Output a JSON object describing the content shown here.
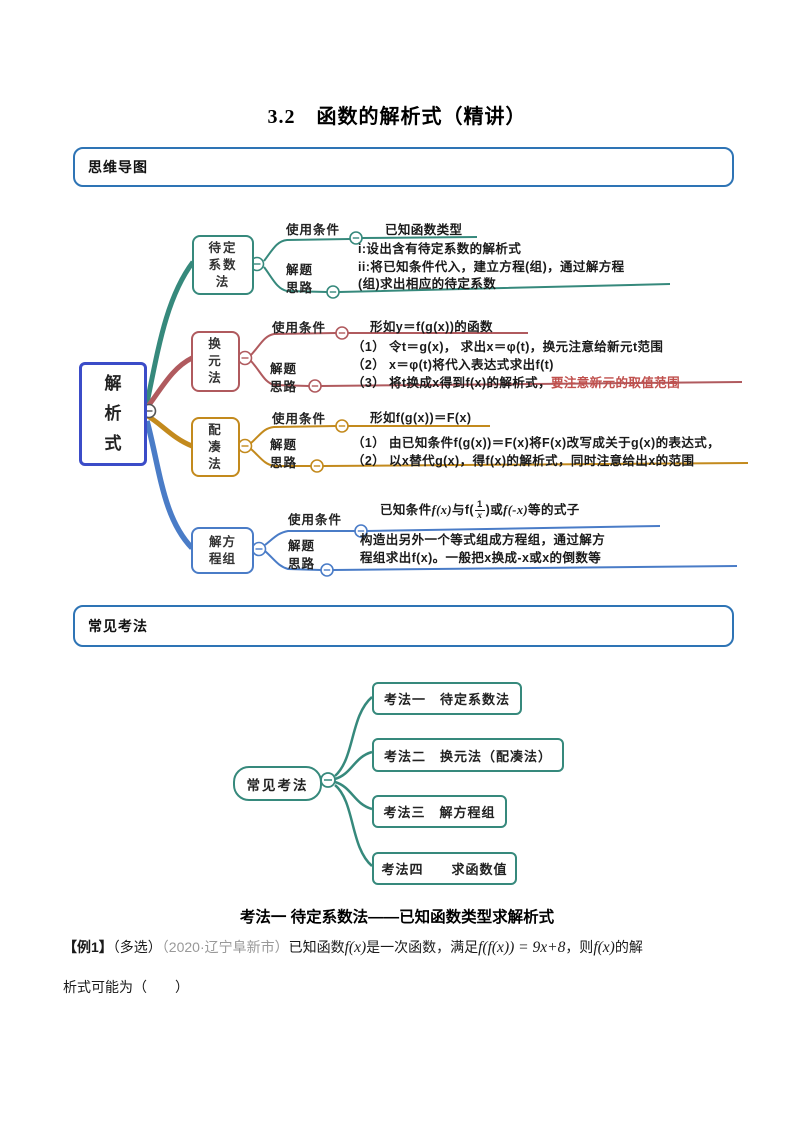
{
  "page_title": "3.2　函数的解析式（精讲）",
  "sections": {
    "s1": "思维导图",
    "s2": "常见考法"
  },
  "colors": {
    "teal": "#36897C",
    "maroon": "#B05A5E",
    "gold": "#C38A1D",
    "blue": "#4A7CC7",
    "root_border": "#3B4CC8",
    "section_border": "#2E74B5",
    "red_text": "#C0504D",
    "muted": "#999999"
  },
  "mindmap1": {
    "root": {
      "lines": [
        "解",
        "析",
        "式"
      ]
    },
    "branches": [
      {
        "name_lines": [
          "待定",
          "系数",
          "法"
        ],
        "color": "#36897C",
        "cond_label": "使用条件",
        "cond_text": "已知函数类型",
        "sol_label_1": "解题",
        "sol_label_2": "思路",
        "sol_lines": [
          "i:设出含有待定系数的解析式",
          "ii:将已知条件代入，建立方程(组)，通过解方程",
          "(组)求出相应的待定系数"
        ]
      },
      {
        "name_lines": [
          "换",
          "元",
          "法"
        ],
        "color": "#B05A5E",
        "cond_label": "使用条件",
        "cond_text": "形如y＝f(g(x))的函数",
        "sol_label_1": "解题",
        "sol_label_2": "思路",
        "sol_lines": [
          "（1） 令t＝g(x)，  求出x＝φ(t)，换元注意给新元t范围",
          "（2） x＝φ(t)将代入表达式求出f(t)",
          "（3） 将t换成x得到f(x)的解析式，"
        ],
        "sol_line3_red": "要注意新元的取值范围"
      },
      {
        "name_lines": [
          "配",
          "凑",
          "法"
        ],
        "color": "#C38A1D",
        "cond_label": "使用条件",
        "cond_text": "形如f(g(x))＝F(x)",
        "sol_label_1": "解题",
        "sol_label_2": "思路",
        "sol_lines": [
          "（1） 由已知条件f(g(x))＝F(x)将F(x)改写成关于g(x)的表达式，",
          "（2） 以x替代g(x)，得f(x)的解析式，同时注意给出x的范围"
        ]
      },
      {
        "name_lines": [
          "解方",
          "程组"
        ],
        "color": "#4A7CC7",
        "cond_label": "使用条件",
        "cond_pre": "已知条件",
        "cond_m1": "f(x)",
        "cond_mid": "与f(",
        "frac_num": "1",
        "frac_den": "x",
        "cond_post": ")或",
        "cond_m2": "f(-x)",
        "cond_tail": "等的式子",
        "sol_label_1": "解题",
        "sol_label_2": "思路",
        "sol_lines": [
          "构造出另外一个等式组成方程组，通过解方",
          "程组求出f(x)。一般把x换成-x或x的倒数等"
        ]
      }
    ]
  },
  "mindmap2": {
    "root": "常见考法",
    "items": [
      "考法一　待定系数法",
      "考法二　换元法（配凑法）",
      "考法三　解方程组",
      "考法四　　求函数值"
    ]
  },
  "exam": {
    "heading": "考法一 待定系数法——已知函数类型求解析式",
    "p1": "【例1】",
    "p2": "（多选）",
    "p3": "（2020·辽宁阜新市）",
    "p4": "已知函数",
    "m1": "f(x)",
    "p5": "是一次函数，满足",
    "m2": "f(f(x)) = 9x+8",
    "p6": "，则",
    "m3": "f(x)",
    "p7": "的解",
    "line2": "析式可能为（　　）"
  }
}
